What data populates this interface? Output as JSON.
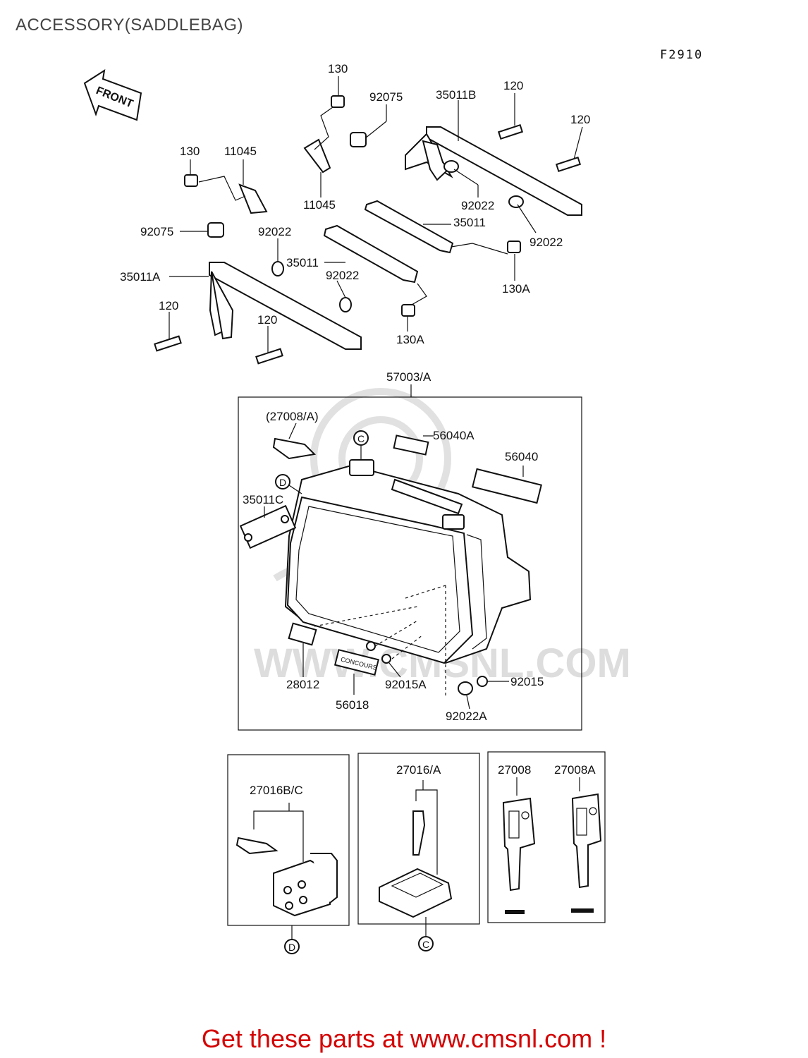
{
  "title": "ACCESSORY(SADDLEBAG)",
  "figure_code": "F2910",
  "front_label": "FRONT",
  "footer": "Get these parts at www.cmsnl.com !",
  "watermark": "WWW.CMSNL.COM",
  "badge_text": "CONCOURS",
  "labels": {
    "p130_top": "130",
    "p92075_top": "92075",
    "p35011B": "35011B",
    "p120_a": "120",
    "p120_b": "120",
    "p130_left": "130",
    "p11045_left": "11045",
    "p11045_mid": "11045",
    "p92022_ra": "92022",
    "p35011_r": "35011",
    "p92022_rb": "92022",
    "p92075_left": "92075",
    "p92022_la": "92022",
    "p35011_mid": "35011",
    "p35011A": "35011A",
    "p92022_lb": "92022",
    "p130A_r": "130A",
    "p120_c": "120",
    "p120_d": "120",
    "p130A_mid": "130A",
    "p57003A": "57003/A",
    "p27008A_paren": "(27008/A)",
    "pC_marker": "C",
    "p56040A": "56040A",
    "p56040": "56040",
    "pD_marker": "D",
    "p35011C": "35011C",
    "p28012": "28012",
    "p56018": "56018",
    "p92015A": "92015A",
    "p92015": "92015",
    "p92022A": "92022A",
    "p27016BC": "27016B/C",
    "p27016A": "27016/A",
    "p27008": "27008",
    "p27008A": "27008A",
    "pD_bottom": "D",
    "pC_bottom": "C"
  }
}
